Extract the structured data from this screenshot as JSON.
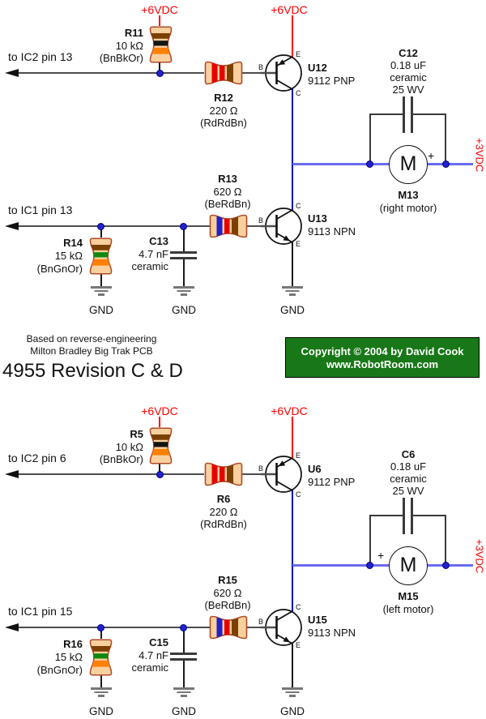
{
  "diagram": {
    "notes": {
      "line1": "Based on reverse-engineering",
      "line2": "Milton Bradley Big Trak PCB",
      "revision": "4955 Revision C & D"
    },
    "copyright": {
      "line1": "Copyright © 2004 by David Cook",
      "line2": "www.RobotRoom.com"
    }
  },
  "colors": {
    "supply_red": "#ff0000",
    "collector_blue": "#0000bb",
    "motor_rail_blue": "#6a6af2",
    "wire_gray": "#4d4d4d",
    "wire_black": "#1a1a1a",
    "cap_wire": "#3a3a3a",
    "gnd_gray": "#777777",
    "junction_blue": "#2222cc",
    "resistor_body": "#f8d09e",
    "resistor_outline": "#b04a2a",
    "copyright_green": "#187818"
  },
  "sections": [
    {
      "supply_label_left": "+6VDC",
      "supply_label_mid": "+6VDC",
      "rail_label": "+3VDC",
      "to_upper": "to IC2 pin 13",
      "to_lower": "to IC1 pin 13",
      "gnd_labels": [
        "GND",
        "GND",
        "GND"
      ],
      "pullup_resistor": {
        "name": "R11",
        "value": "10 kΩ",
        "code": "(BnBkOr)",
        "bands": [
          "#7b3f00",
          "#141414",
          "#ff7f00"
        ]
      },
      "pnp_base_resistor": {
        "name": "R12",
        "value": "220 Ω",
        "code": "(RdRdBn)",
        "bands": [
          "#e60000",
          "#e60000",
          "#7b3f00"
        ]
      },
      "npn_base_resistor": {
        "name": "R13",
        "value": "620 Ω",
        "code": "(BeRdBn)",
        "bands": [
          "#2020cc",
          "#e60000",
          "#7b3f00"
        ]
      },
      "pulldown_resistor": {
        "name": "R14",
        "value": "15 kΩ",
        "code": "(BnGnOr)",
        "bands": [
          "#7b3f00",
          "#118811",
          "#ff7f00"
        ]
      },
      "filter_capacitor": {
        "name": "C13",
        "value": "4.7 nF",
        "material": "ceramic"
      },
      "snubber_capacitor": {
        "name": "C12",
        "value": "0.18 uF",
        "material": "ceramic",
        "rating": "25 WV"
      },
      "pnp_transistor": {
        "name": "U12",
        "part": "9112 PNP",
        "pin_top": "E",
        "pin_left": "B",
        "pin_bottom": "C"
      },
      "npn_transistor": {
        "name": "U13",
        "part": "9113 NPN",
        "pin_top": "C",
        "pin_left": "B",
        "pin_bottom": "E"
      },
      "motor": {
        "name": "M13",
        "desc": "(right motor)",
        "symbol": "M",
        "polarity": "+"
      }
    },
    {
      "supply_label_left": "+6VDC",
      "supply_label_mid": "+6VDC",
      "rail_label": "+3VDC",
      "to_upper": "to IC2 pin 6",
      "to_lower": "to IC1 pin 15",
      "gnd_labels": [
        "GND",
        "GND",
        "GND"
      ],
      "pullup_resistor": {
        "name": "R5",
        "value": "10 kΩ",
        "code": "(BnBkOr)",
        "bands": [
          "#7b3f00",
          "#141414",
          "#ff7f00"
        ]
      },
      "pnp_base_resistor": {
        "name": "R6",
        "value": "220 Ω",
        "code": "(RdRdBn)",
        "bands": [
          "#e60000",
          "#e60000",
          "#7b3f00"
        ]
      },
      "npn_base_resistor": {
        "name": "R15",
        "value": "620 Ω",
        "code": "(BeRdBn)",
        "bands": [
          "#2020cc",
          "#e60000",
          "#7b3f00"
        ]
      },
      "pulldown_resistor": {
        "name": "R16",
        "value": "15 kΩ",
        "code": "(BnGnOr)",
        "bands": [
          "#7b3f00",
          "#118811",
          "#ff7f00"
        ]
      },
      "filter_capacitor": {
        "name": "C15",
        "value": "4.7 nF",
        "material": "ceramic"
      },
      "snubber_capacitor": {
        "name": "C6",
        "value": "0.18 uF",
        "material": "ceramic",
        "rating": "25 WV"
      },
      "pnp_transistor": {
        "name": "U6",
        "part": "9112 PNP",
        "pin_top": "E",
        "pin_left": "B",
        "pin_bottom": "C"
      },
      "npn_transistor": {
        "name": "U15",
        "part": "9113 NPN",
        "pin_top": "C",
        "pin_left": "B",
        "pin_bottom": "E"
      },
      "motor": {
        "name": "M15",
        "desc": "(left motor)",
        "symbol": "M",
        "polarity": "+"
      }
    }
  ]
}
